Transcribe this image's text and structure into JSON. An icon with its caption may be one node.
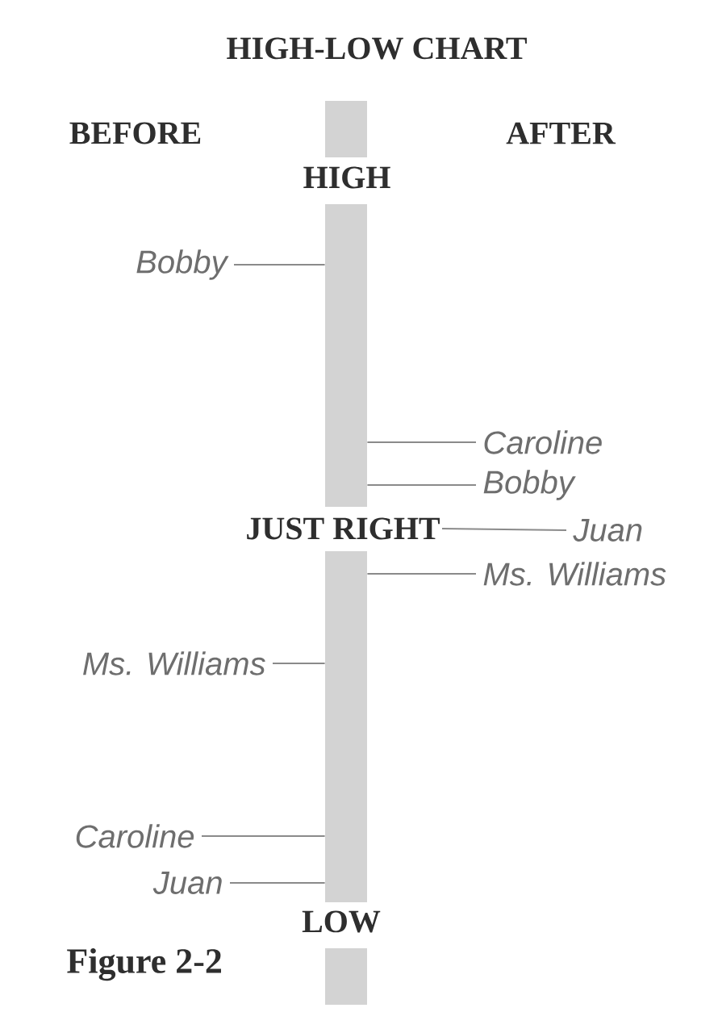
{
  "diagram": {
    "title": "HIGH-LOW CHART",
    "caption": "Figure 2-2",
    "nodes": [
      {
        "text": [],
        "shape": "bar"
      },
      {
        "text": [],
        "shape": "bar"
      },
      {
        "text": [
          "Bobby"
        ]
      },
      {
        "text": [
          "Caroline"
        ]
      },
      {
        "text": [
          "Bobby"
        ]
      },
      {
        "text": [
          "JUST RIGHT"
        ]
      },
      {
        "text": [
          "Juan"
        ]
      },
      {
        "text": [],
        "shape": "bar"
      },
      {
        "text": [
          "Ms. Williams"
        ]
      },
      {
        "text": [
          "Ms. Williams"
        ]
      },
      {
        "text": [
          "Caroline"
        ]
      },
      {
        "text": [
          "Juan"
        ]
      },
      {
        "text": [],
        "shape": "bar"
      }
    ],
    "edges": [
      {
        "from": 2,
        "to": 1,
        "arrow": "none"
      },
      {
        "from": 3,
        "to": 1,
        "arrow": "none"
      },
      {
        "from": 4,
        "to": 1,
        "arrow": "none"
      },
      {
        "from": 5,
        "to": 6,
        "arrow": "none"
      },
      {
        "from": 8,
        "to": 7,
        "arrow": "none"
      },
      {
        "from": 9,
        "to": 7,
        "arrow": "none"
      },
      {
        "from": 10,
        "to": 7,
        "arrow": "none"
      },
      {
        "from": 11,
        "to": 7,
        "arrow": "none"
      }
    ],
    "labels": [
      "BEFORE",
      "AFTER",
      "HIGH",
      "LOW"
    ]
  }
}
